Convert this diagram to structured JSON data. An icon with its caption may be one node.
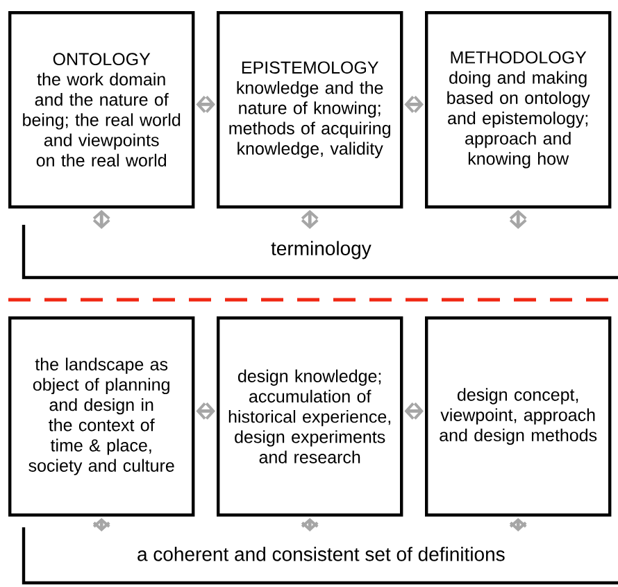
{
  "diagram": {
    "nodes": [
      {
        "text": [
          "ONTOLOGY",
          "the work domain and the nature of being; the real world and viewpoints on the real world"
        ]
      },
      {
        "text": [
          "EPISTEMOLOGY",
          "knowledge and the nature of knowing; methods of acquiring knowledge, validity"
        ]
      },
      {
        "text": [
          "METHODOLOGY",
          "doing and making based on ontology and epistemology; approach and knowing how"
        ]
      },
      {
        "text": [
          "terminology"
        ]
      },
      {
        "text": [
          "the landscape as object of planning and design in the context of time & place, society and culture"
        ]
      },
      {
        "text": [
          "design knowledge; accumulation of historical experience, design experiments and research"
        ]
      },
      {
        "text": [
          "design concept, viewpoint, approach and design methods"
        ]
      },
      {
        "text": [
          "a coherent and consistent set of definitions"
        ]
      }
    ],
    "edges": [
      {
        "from": 0,
        "to": 1,
        "arrow": "both"
      },
      {
        "from": 1,
        "to": 2,
        "arrow": "both"
      },
      {
        "from": 0,
        "to": 3,
        "arrow": "both"
      },
      {
        "from": 1,
        "to": 3,
        "arrow": "both"
      },
      {
        "from": 2,
        "to": 3,
        "arrow": "both"
      },
      {
        "from": 4,
        "to": 5,
        "arrow": "both"
      },
      {
        "from": 5,
        "to": 6,
        "arrow": "both"
      },
      {
        "from": 4,
        "to": 7,
        "arrow": "both"
      },
      {
        "from": 5,
        "to": 7,
        "arrow": "both"
      },
      {
        "from": 6,
        "to": 7,
        "arrow": "both"
      }
    ]
  }
}
